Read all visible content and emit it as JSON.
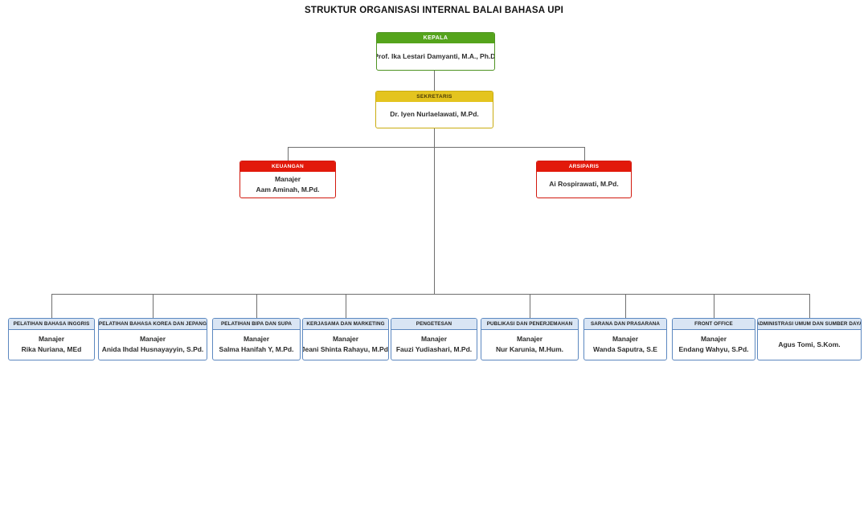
{
  "title": "STRUKTUR ORGANISASI INTERNAL BALAI BAHASA UPI",
  "colors": {
    "green_header": "#55a41c",
    "yellow_header": "#e4c41f",
    "red_header": "#e2190b",
    "blue_header_fill": "#d9e5f4",
    "blue_border": "#5c88c0",
    "connector_line": "#6f6f6f"
  },
  "top_nodes": {
    "kepala": {
      "header": "KEPALA",
      "name": "Prof. Ika Lestari Damyanti, M.A., Ph.D."
    },
    "sekretaris": {
      "header": "SEKRETARIS",
      "name": "Dr. Iyen Nurlaelawati, M.Pd."
    },
    "keuangan": {
      "header": "KEUANGAN",
      "role": "Manajer",
      "name": "Aam Aminah, M.Pd."
    },
    "arsiparis": {
      "header": "ARSIPARIS",
      "name": "Ai Rospirawati, M.Pd."
    }
  },
  "bottom_row": [
    {
      "header": "PELATIHAN BAHASA INGGRIS",
      "role": "Manajer",
      "name": "Rika Nuriana, MEd"
    },
    {
      "header": "PELATIHAN BAHASA KOREA DAN JEPANG",
      "role": "Manajer",
      "name": "Anida Ihdal Husnayayyin, S.Pd."
    },
    {
      "header": "PELATIHAN BIPA DAN SUPA",
      "role": "Manajer",
      "name": "Salma Hanifah Y, M.Pd."
    },
    {
      "header": "KERJASAMA DAN MARKETING",
      "role": "Manajer",
      "name": "Jeani Shinta Rahayu, M.Pd."
    },
    {
      "header": "PENGETESAN",
      "role": "Manajer",
      "name": "Fauzi Yudiashari, M.Pd."
    },
    {
      "header": "PUBLIKASI DAN PENERJEMAHAN",
      "role": "Manajer",
      "name": "Nur Karunia, M.Hum."
    },
    {
      "header": "SARANA DAN PRASARANA",
      "role": "Manajer",
      "name": "Wanda Saputra, S.E"
    },
    {
      "header": "FRONT OFFICE",
      "role": "Manajer",
      "name": "Endang Wahyu, S.Pd."
    },
    {
      "header": "ADMINISTRASI UMUM DAN SUMBER DAYA",
      "name": "Agus Tomi, S.Kom."
    }
  ]
}
